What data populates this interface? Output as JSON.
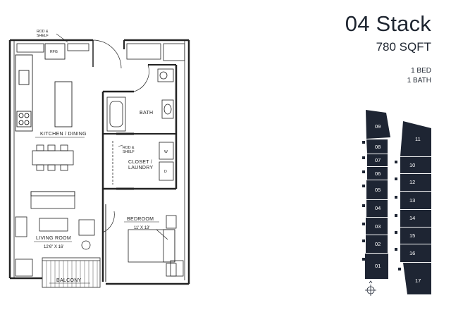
{
  "header": {
    "title": "04 Stack",
    "area": "780 SQFT",
    "beds": "1 BED",
    "baths": "1 BATH"
  },
  "rooms": {
    "kitchen": "KITCHEN / DINING",
    "living": "LIVING ROOM",
    "living_dim": "12'6\" X 16'",
    "bedroom": "BEDROOM",
    "bedroom_dim": "11' X 13'",
    "bath": "BATH",
    "closet_1": "CLOSET /",
    "closet_2": "LAUNDRY",
    "balcony": "BALCONY"
  },
  "annotations": {
    "rod_shelf_top_1": "ROD &",
    "rod_shelf_top_2": "SHELF",
    "rod_shelf_closet_1": "ROD &",
    "rod_shelf_closet_2": "SHELF",
    "fridge": "RFG",
    "washer": "W",
    "dryer": "D"
  },
  "stack_diagram": {
    "left_units": [
      "09",
      "08",
      "07",
      "06",
      "05",
      "04",
      "03",
      "02",
      "01"
    ],
    "right_units": [
      "11",
      "10",
      "12",
      "13",
      "14",
      "15",
      "16",
      "17"
    ],
    "fill_color": "#1e2533",
    "highlight_color": "#ffffff"
  },
  "compass_icon": "north-arrow-icon"
}
